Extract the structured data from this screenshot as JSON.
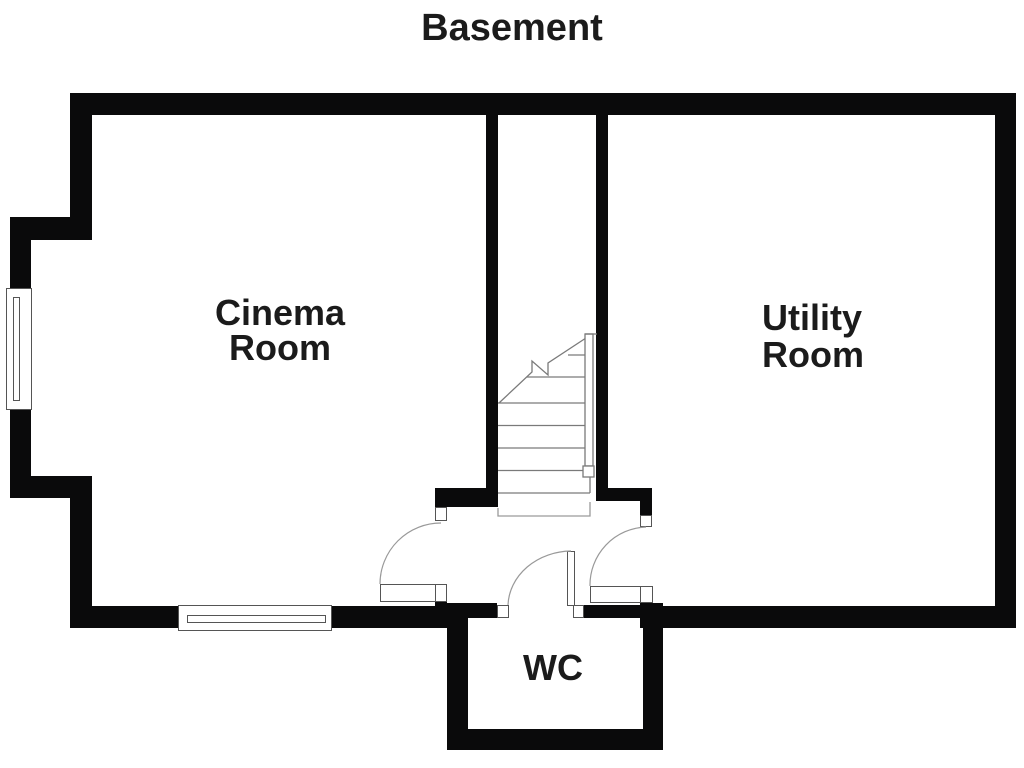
{
  "title": "Basement",
  "rooms": {
    "cinema": {
      "name_line1": "Cinema",
      "name_line2": "Room"
    },
    "utility": {
      "name_line1": "Utility",
      "name_line2": "Room"
    },
    "wc": {
      "name": "WC"
    }
  },
  "features": {
    "stairs": "staircase-with-handrail-and-break-line",
    "windows": [
      "bay-window-left",
      "window-bottom"
    ],
    "doors": [
      "cinema-room-door",
      "utility-room-door",
      "wc-door"
    ]
  },
  "colors": {
    "wall": "#0a0a0b",
    "thin_line": "#8c8c8c",
    "outline": "#555555",
    "text": "#1b1b1b",
    "background": "#ffffff"
  }
}
